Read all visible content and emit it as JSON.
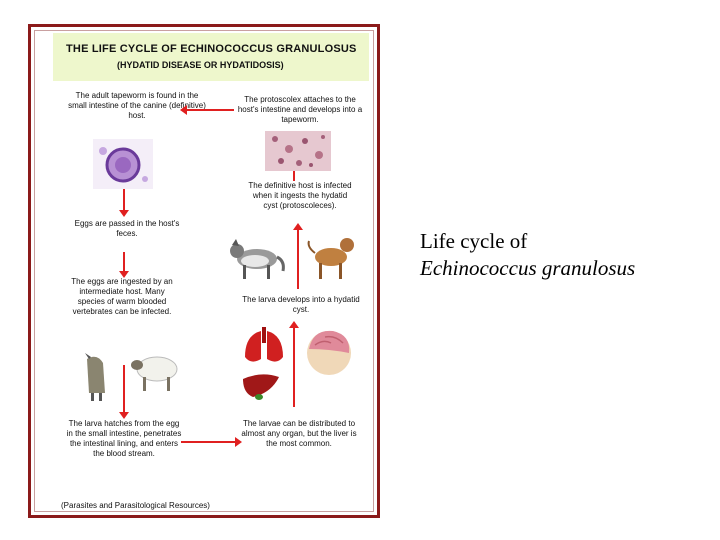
{
  "poster": {
    "title": "THE LIFE CYCLE OF ECHINOCOCCUS GRANULOSUS",
    "subtitle": "(HYDATID DISEASE OR HYDATIDOSIS)",
    "steps": {
      "adult_tapeworm": "The adult tapeworm is found in the small intestine of the canine (definitive) host.",
      "protoscolex": "The protoscolex attaches to the host's intestine and develops into a tapeworm.",
      "eggs_passed": "Eggs are passed in the host's feces.",
      "definitive_host": "The definitive host is infected when it ingests the hydatid cyst (protoscoleces).",
      "eggs_ingested": "The eggs are ingested by an intermediate host. Many species of warm blooded vertebrates can be infected.",
      "hydatid_cyst": "The larva develops into a hydatid cyst.",
      "larva_hatches": "The larva hatches from the egg in the small intestine, penetrates the intestinal lining, and enters the blood stream.",
      "larvae_distributed": "The larvae can be distributed to almost any organ, but the liver is the most common."
    },
    "citation": "(Parasites and Parasitological Resources)"
  },
  "caption": {
    "line1": "Life cycle of",
    "line2": "Echinococcus granulosus"
  },
  "colors": {
    "border": "#8b1a1a",
    "arrow": "#e02020",
    "title_band": "#eef7cc"
  }
}
